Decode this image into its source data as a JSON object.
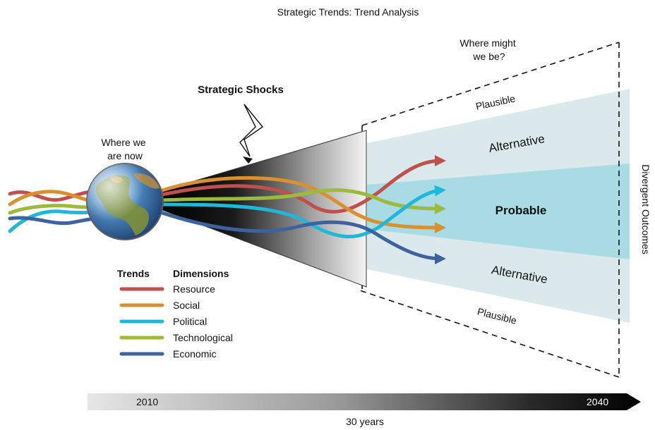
{
  "title": "Strategic Trends: Trend Analysis",
  "where_now": [
    "Where we",
    "are now"
  ],
  "where_might": [
    "Where might",
    "we be?"
  ],
  "shocks": "Strategic Shocks",
  "zones": {
    "plausible_top": "Plausible",
    "alternative_top": "Alternative",
    "probable": "Probable",
    "alternative_bottom": "Alternative",
    "plausible_bottom": "Plausible"
  },
  "divergent": "Divergent Outcomes",
  "legend": {
    "col1": "Trends",
    "col2": "Dimensions",
    "items": [
      {
        "label": "Resource",
        "color": "#c0504d"
      },
      {
        "label": "Social",
        "color": "#d9902f"
      },
      {
        "label": "Political",
        "color": "#1fb8d8"
      },
      {
        "label": "Technological",
        "color": "#9cbb3a"
      },
      {
        "label": "Economic",
        "color": "#3d62a0"
      }
    ]
  },
  "timeline": {
    "start": "2010",
    "end": "2040",
    "span": "30 years"
  },
  "colors": {
    "fan_outer": "#dbe9ec",
    "fan_inner": "#a8dbe4"
  }
}
